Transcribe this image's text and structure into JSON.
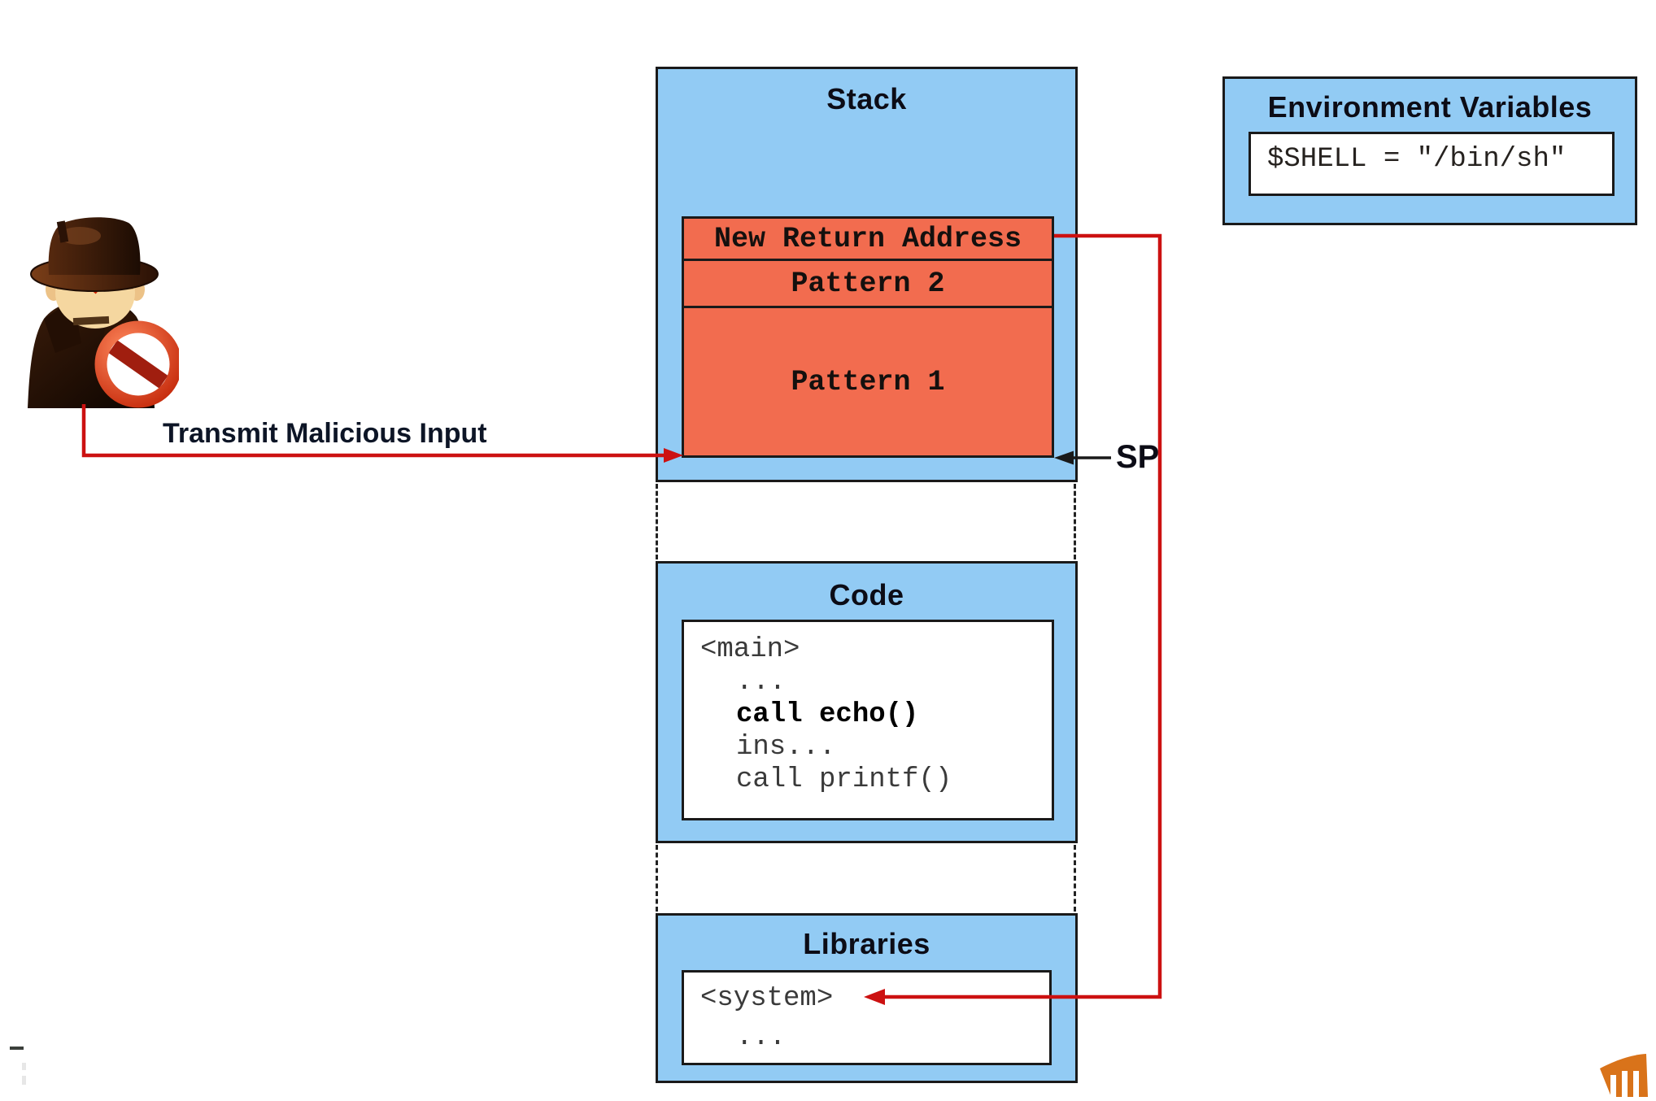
{
  "colors": {
    "panel_fill": "#92CBF4",
    "payload_fill": "#F26C4F",
    "arrow_red": "#CC1111",
    "line_black": "#1A1A1A",
    "logo_orange": "#D9731A"
  },
  "stack": {
    "title": "Stack",
    "rows": [
      "New Return Address",
      "Pattern 2",
      "Pattern 1"
    ]
  },
  "sp": {
    "label": "SP"
  },
  "environment": {
    "title": "Environment Variables",
    "entry": "$SHELL = \"/bin/sh\""
  },
  "code": {
    "title": "Code",
    "lines": [
      {
        "text": "<main>"
      },
      {
        "text": "..."
      },
      {
        "text": "call echo()"
      },
      {
        "text": "ins..."
      },
      {
        "text": "call printf()"
      }
    ]
  },
  "libraries": {
    "title": "Libraries",
    "lines": [
      {
        "text": "<system>"
      },
      {
        "text": "..."
      }
    ]
  },
  "attacker": {
    "arrow_label": "Transmit Malicious Input",
    "icon": "spy-attacker-icon",
    "block_icon": "block-sign-icon"
  },
  "logo": {
    "icon": "orange-columns-logo"
  }
}
